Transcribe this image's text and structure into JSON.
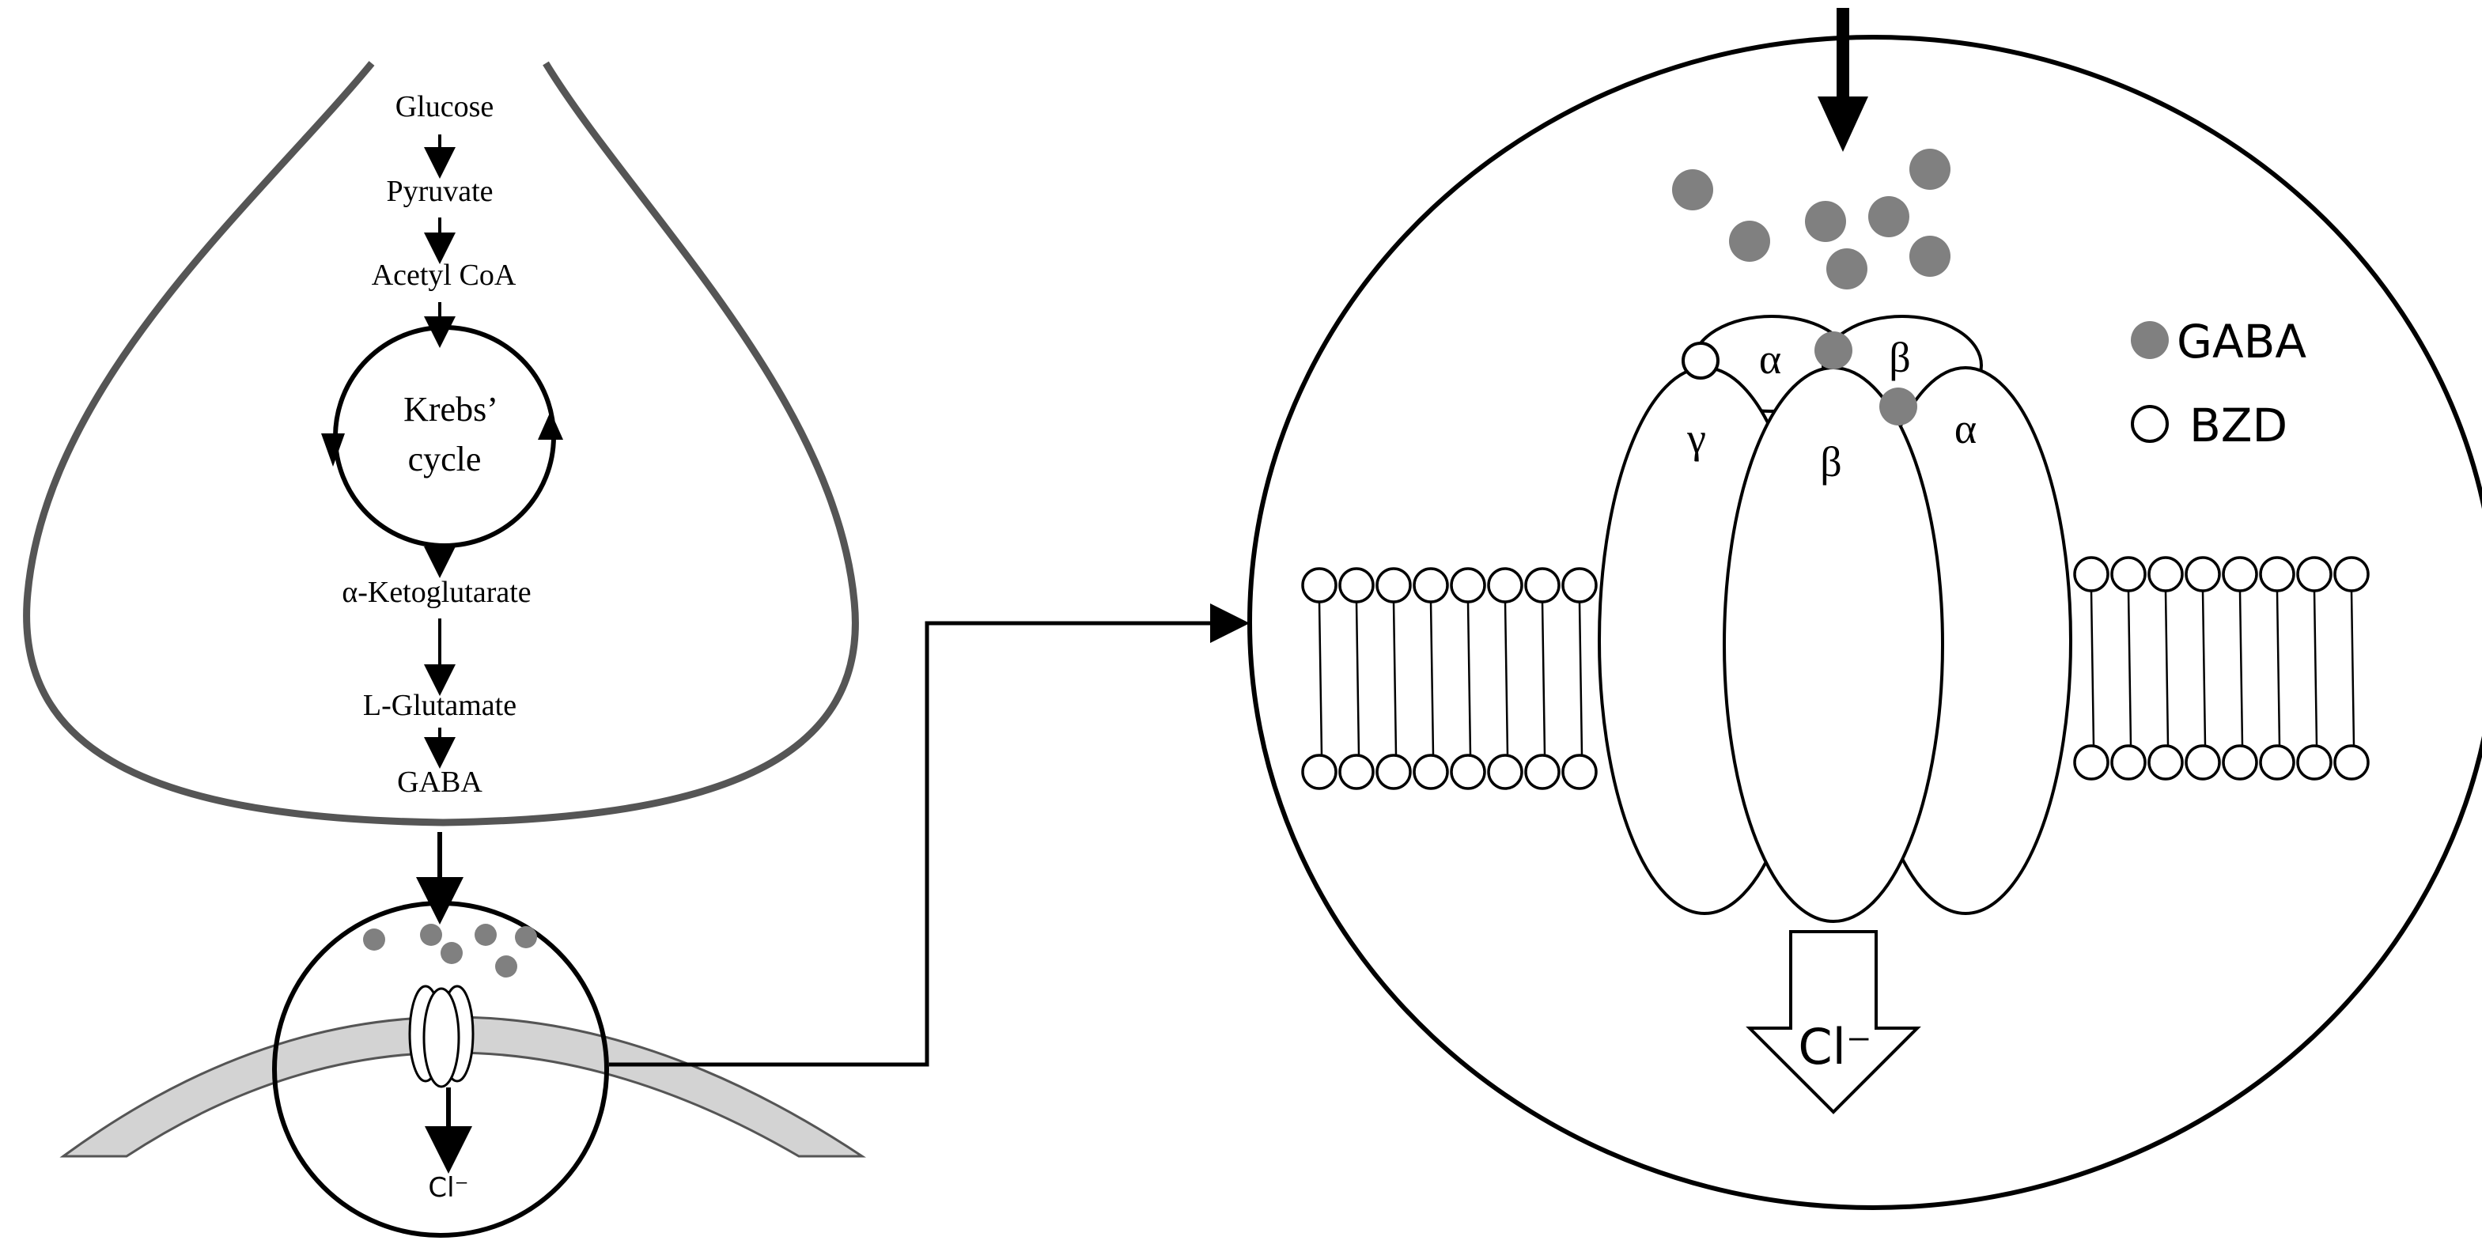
{
  "pathway": {
    "glucose": "Glucose",
    "pyruvate": "Pyruvate",
    "acetyl_coa": "Acetyl CoA",
    "krebs_line1": "Krebs’",
    "krebs_line2": "cycle",
    "ketoglutarate": "α-Ketoglutarate",
    "glutamate": "L-Glutamate",
    "gaba": "GABA"
  },
  "synapse": {
    "chloride": "Cl⁻"
  },
  "receptor": {
    "subunits": {
      "top_alpha": "α",
      "top_beta": "β",
      "gamma": "γ",
      "center_beta": "β",
      "right_alpha": "α"
    },
    "chloride": "Cl⁻"
  },
  "legend": {
    "gaba": "GABA",
    "bzd": "BZD"
  },
  "colors": {
    "gaba_dot": "#808080",
    "membrane_band": "#d3d3d3",
    "line": "#000000"
  }
}
